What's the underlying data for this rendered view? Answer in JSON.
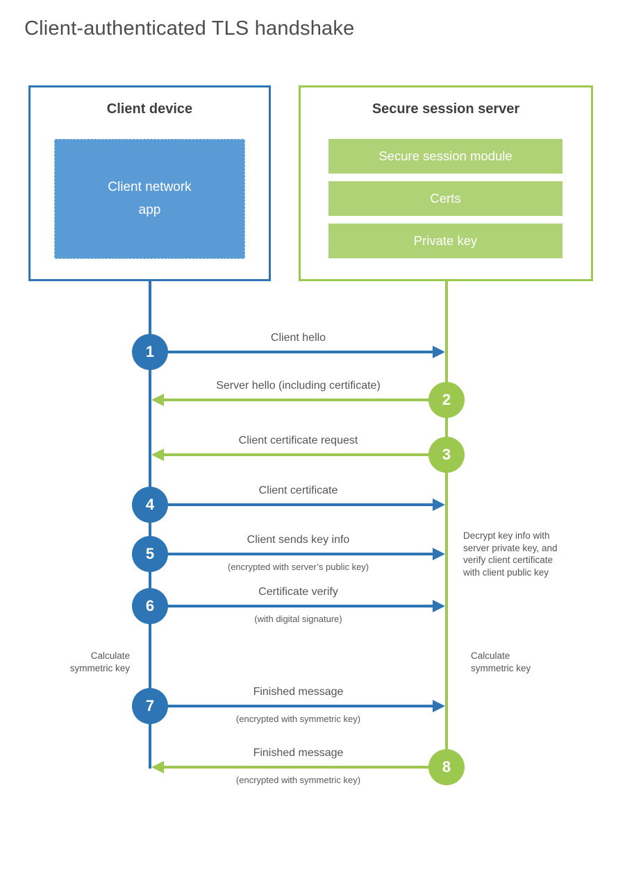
{
  "title": "Client-authenticated TLS handshake",
  "colors": {
    "blue": "#2e75b5",
    "blue_light": "#5b9bd5",
    "green": "#9cc84f",
    "green_light": "#afd277",
    "text_dark": "#3f3f3f",
    "text": "#555555"
  },
  "client_box": {
    "title": "Client device",
    "app": "Client network\napp"
  },
  "server_box": {
    "title": "Secure session server",
    "modules": [
      "Secure session module",
      "Certs",
      "Private key"
    ]
  },
  "steps": [
    {
      "num": "1",
      "label": "Client hello",
      "sublabel": "",
      "direction": "client-to-server"
    },
    {
      "num": "2",
      "label": "Server hello (including certificate)",
      "sublabel": "",
      "direction": "server-to-client"
    },
    {
      "num": "3",
      "label": "Client certificate request",
      "sublabel": "",
      "direction": "server-to-client"
    },
    {
      "num": "4",
      "label": "Client certificate",
      "sublabel": "",
      "direction": "client-to-server"
    },
    {
      "num": "5",
      "label": "Client sends key info",
      "sublabel": "(encrypted with server’s public key)",
      "direction": "client-to-server"
    },
    {
      "num": "6",
      "label": "Certificate verify",
      "sublabel": "(with digital signature)",
      "direction": "client-to-server"
    },
    {
      "num": "7",
      "label": "Finished message",
      "sublabel": "(encrypted with symmetric key)",
      "direction": "client-to-server"
    },
    {
      "num": "8",
      "label": "Finished message",
      "sublabel": "(encrypted with symmetric key)",
      "direction": "server-to-client"
    }
  ],
  "notes": {
    "decrypt": "Decrypt key info with\nserver private key, and\nverify client certificate\nwith client public key",
    "calculate_left": "Calculate\nsymmetric key",
    "calculate_right": "Calculate\nsymmetric key"
  }
}
